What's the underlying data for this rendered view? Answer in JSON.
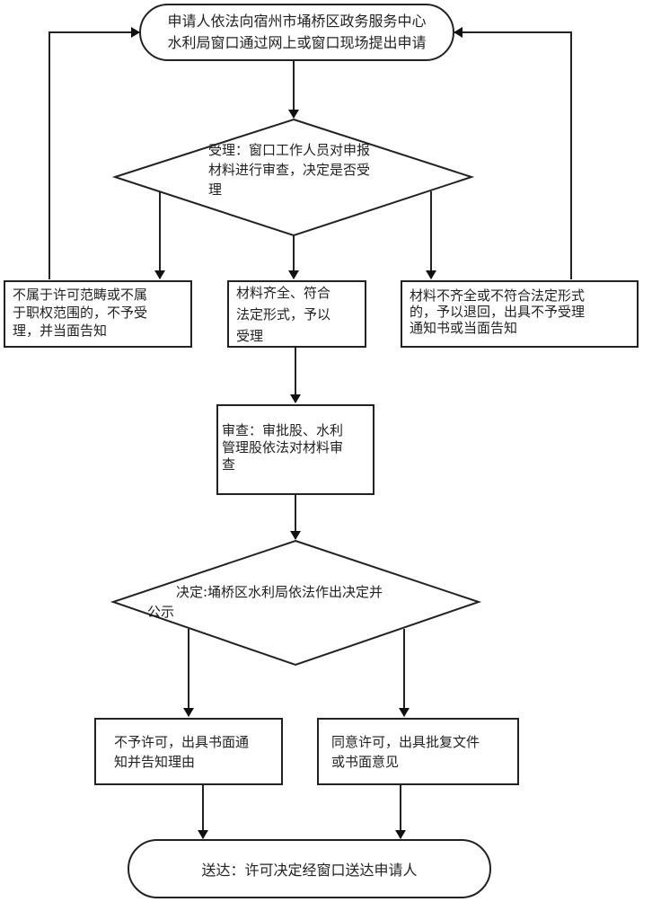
{
  "flowchart": {
    "start": {
      "line1": "申请人依法向宿州市埇桥区政务服务中心",
      "line2": "水利局窗口通过网上或窗口现场提出申请"
    },
    "accept_decision": {
      "line1": "受理：窗口工作人员对申报",
      "line2": "材料进行审查，决定是否受",
      "line3": "理"
    },
    "reject_out_of_scope": {
      "line1": "不属于许可范畴或不属",
      "line2": "于职权范围的，不予受",
      "line3": "理，并当面告知"
    },
    "accepted": {
      "line1": "材料齐全、符合",
      "line2": "法定形式，予以",
      "line3": "受理"
    },
    "returned_incomplete": {
      "line1": "材料不齐全或不符合法定形式",
      "line2": "的，予以退回，出具不予受理",
      "line3": "通知书或当面告知"
    },
    "review": {
      "line1": "审查：审批股、水利",
      "line2": "管理股依法对材料审",
      "line3": "查"
    },
    "final_decision": {
      "line1": "决定:埇桥区水利局依法作出决定并",
      "line2": "公示"
    },
    "deny_permit": {
      "line1": "不予许可，出具书面通",
      "line2": "知并告知理由"
    },
    "grant_permit": {
      "line1": "同意许可，出具批复文件",
      "line2": "或书面意见"
    },
    "delivery": {
      "text": "送达：许可决定经窗口送达申请人"
    }
  }
}
